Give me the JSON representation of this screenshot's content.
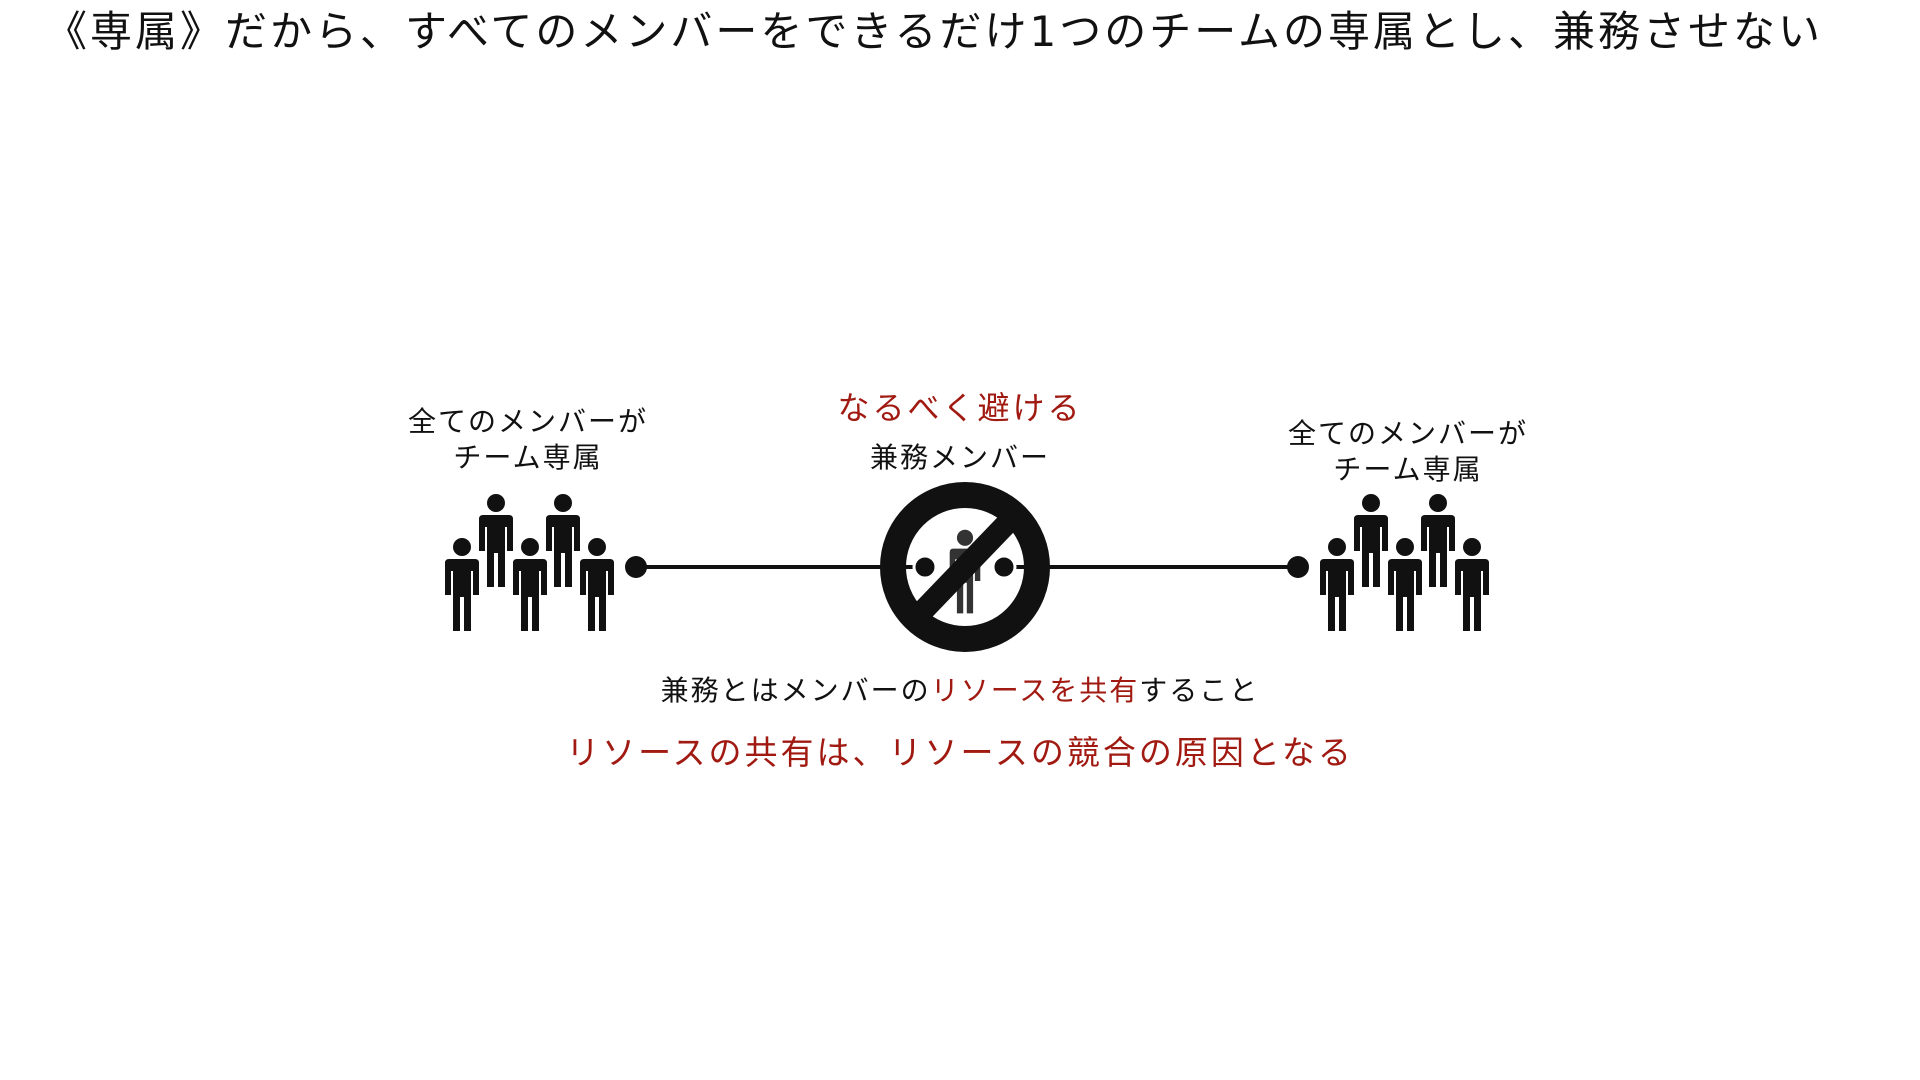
{
  "title": "《専属》だから、すべてのメンバーをできるだけ1つのチームの専属とし、兼務させない",
  "left_group": {
    "line1": "全てのメンバーが",
    "line2": "チーム専属"
  },
  "right_group": {
    "line1": "全てのメンバーが",
    "line2": "チーム専属"
  },
  "center": {
    "avoid": "なるべく避ける",
    "label": "兼務メンバー"
  },
  "note1": {
    "prefix": "兼務とはメンバーの",
    "highlight": "リソースを共有",
    "suffix": "すること"
  },
  "note2": "リソースの共有は、リソースの競合の原因となる",
  "icons": {
    "people_group_left": "people-group-icon",
    "people_group_right": "people-group-icon",
    "prohibited_person": "no-person-icon"
  },
  "colors": {
    "accent_red": "#a11a12",
    "ink": "#111111"
  }
}
